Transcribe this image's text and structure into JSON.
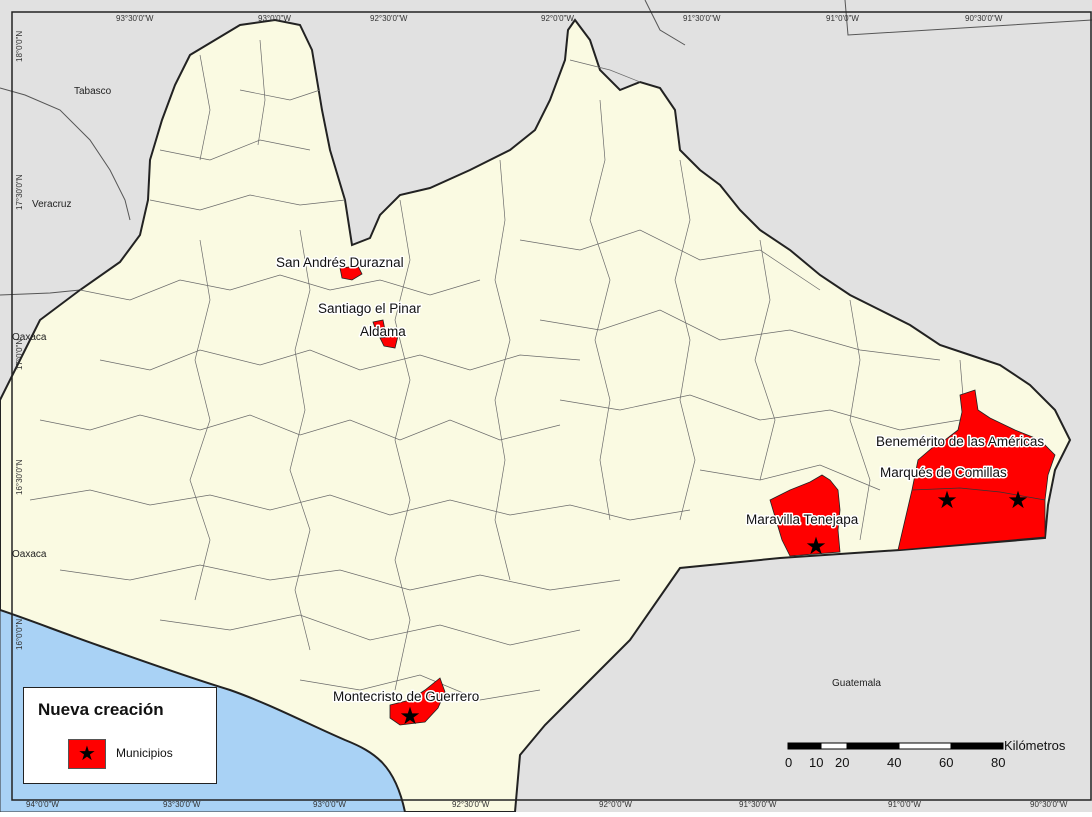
{
  "map": {
    "colors": {
      "sea": "#a9d2f5",
      "neighbor_land": "#e1e1e1",
      "state_fill": "#fafae2",
      "highlight": "#ff0000",
      "border": "#333333"
    },
    "top_coordinates": [
      "93°30'0\"W",
      "93°0'0\"W",
      "92°30'0\"W",
      "92°0'0\"W",
      "91°30'0\"W",
      "91°0'0\"W",
      "90°30'0\"W"
    ],
    "bottom_coordinates": [
      "94°0'0\"W",
      "93°30'0\"W",
      "93°0'0\"W",
      "92°30'0\"W",
      "92°0'0\"W",
      "91°30'0\"W",
      "91°0'0\"W",
      "90°30'0\"W"
    ],
    "left_coordinates": [
      "18°0'0\"N",
      "17°30'0\"N",
      "17°0'0\"N",
      "16°30'0\"N",
      "16°0'0\"N"
    ],
    "regions": {
      "tabasco": "Tabasco",
      "veracruz": "Veracruz",
      "oaxaca_north": "Oaxaca",
      "oaxaca_south": "Oaxaca",
      "guatemala": "Guatemala"
    },
    "municipalities": {
      "san_andres": "San Andrés Duraznal",
      "santiago": "Santiago el Pinar",
      "aldama": "Aldama",
      "benemerito": "Benemérito de las Américas",
      "marques": "Marqués de Comillas",
      "maravilla": "Maravilla Tenejapa",
      "montecristo": "Montecristo de Guerrero"
    },
    "star_icon": "black-star-icon"
  },
  "legend": {
    "title": "Nueva creación",
    "item_label": "Municipios",
    "symbol": "★"
  },
  "scale_bar": {
    "unit": "Kilómetros",
    "ticks": [
      "0",
      "10",
      "20",
      "40",
      "60",
      "80"
    ]
  }
}
